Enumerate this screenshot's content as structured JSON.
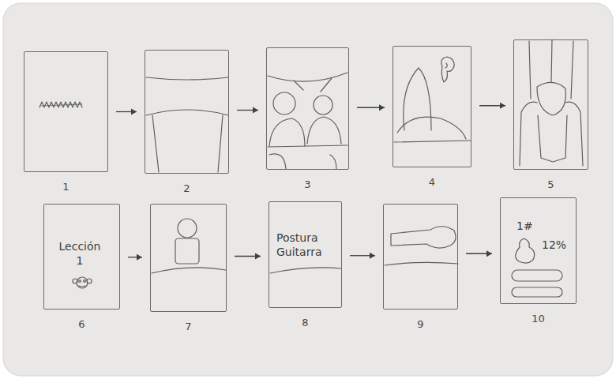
{
  "diagram": {
    "nodes": [
      {
        "text": [
          "1"
        ]
      },
      {
        "text": [
          "2"
        ]
      },
      {
        "text": [
          "3"
        ]
      },
      {
        "text": [
          "4"
        ]
      },
      {
        "text": [
          "5"
        ]
      },
      {
        "text": [
          "Lección 1",
          "6"
        ]
      },
      {
        "text": [
          "7"
        ]
      },
      {
        "text": [
          "Postura Guitarra",
          "8"
        ]
      },
      {
        "text": [
          "9"
        ]
      },
      {
        "text": [
          "1#",
          "12%",
          "10"
        ]
      }
    ],
    "edges": [
      {
        "from": 0,
        "to": 1,
        "arrow": "to"
      },
      {
        "from": 1,
        "to": 2,
        "arrow": "to"
      },
      {
        "from": 2,
        "to": 3,
        "arrow": "to"
      },
      {
        "from": 3,
        "to": 4,
        "arrow": "to"
      },
      {
        "from": 5,
        "to": 6,
        "arrow": "to"
      },
      {
        "from": 6,
        "to": 7,
        "arrow": "to"
      },
      {
        "from": 7,
        "to": 8,
        "arrow": "to"
      },
      {
        "from": 8,
        "to": 9,
        "arrow": "to"
      }
    ]
  }
}
